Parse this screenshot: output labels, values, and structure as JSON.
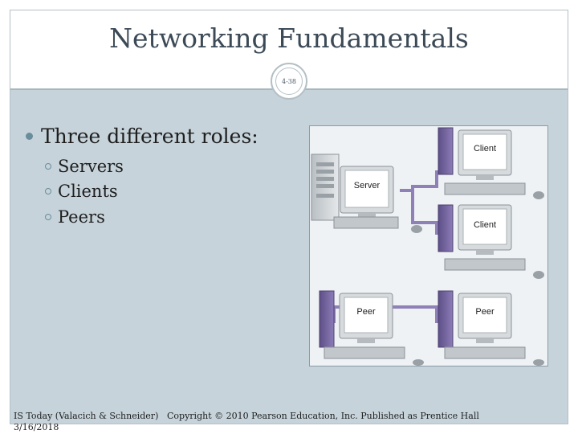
{
  "slide": {
    "title": "Networking Fundamentals",
    "page_number": "4-38"
  },
  "content": {
    "main_bullet": "Three different roles:",
    "sub_bullets": [
      "Servers",
      "Clients",
      "Peers"
    ]
  },
  "figure": {
    "labels": {
      "server": "Server",
      "client_top": "Client",
      "client_bottom": "Client",
      "peer_left": "Peer",
      "peer_right": "Peer"
    }
  },
  "footer": {
    "source": "IS Today (Valacich & Schneider)",
    "date": "3/16/2018",
    "copyright": "Copyright © 2010 Pearson Education, Inc. Published as Prentice Hall"
  },
  "colors": {
    "content_background": "#c6d3da",
    "title_color": "#3c4a57",
    "bullet_accent": "#6a8d9b",
    "network_line": "#7c6aa6"
  }
}
